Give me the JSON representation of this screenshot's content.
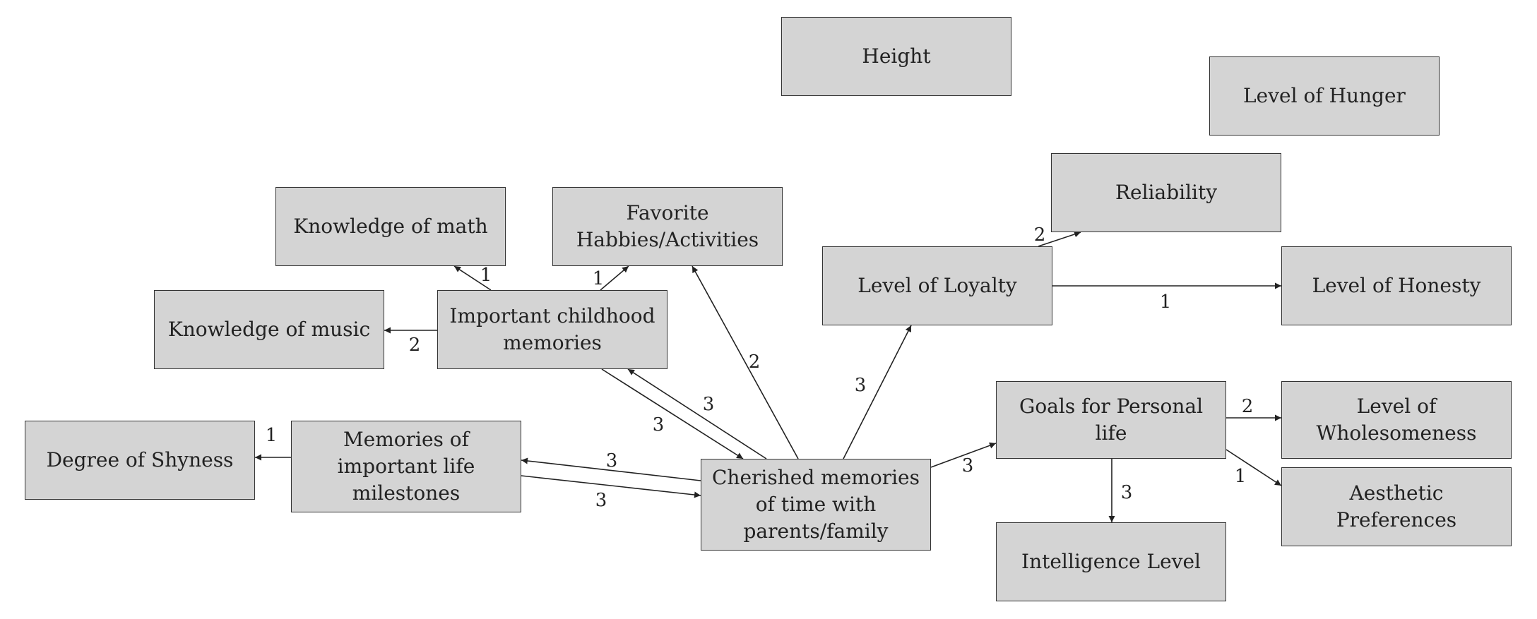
{
  "diagram": {
    "nodes": [
      {
        "id": "height",
        "label": "Height"
      },
      {
        "id": "hunger",
        "label": "Level of Hunger"
      },
      {
        "id": "reliability",
        "label": "Reliability"
      },
      {
        "id": "math",
        "label": "Knowledge of math"
      },
      {
        "id": "hobbies",
        "label": "Favorite\nHabbies/Activities"
      },
      {
        "id": "loyalty",
        "label": "Level of Loyalty"
      },
      {
        "id": "honesty",
        "label": "Level of Honesty"
      },
      {
        "id": "music",
        "label": "Knowledge of music"
      },
      {
        "id": "childhood",
        "label": "Important childhood\nmemories"
      },
      {
        "id": "goals",
        "label": "Goals for Personal\nlife"
      },
      {
        "id": "wholesome",
        "label": "Level of\nWholesomeness"
      },
      {
        "id": "shyness",
        "label": "Degree of Shyness"
      },
      {
        "id": "milestones",
        "label": "Memories of\nimportant life\nmilestones"
      },
      {
        "id": "cherished",
        "label": "Cherished memories\nof time with\nparents/family"
      },
      {
        "id": "aesthetic",
        "label": "Aesthetic\nPreferences"
      },
      {
        "id": "intelligence",
        "label": "Intelligence Level"
      }
    ],
    "edges": [
      {
        "id": "childhood-math",
        "from": "childhood",
        "to": "math",
        "label": "1"
      },
      {
        "id": "childhood-hobbies",
        "from": "childhood",
        "to": "hobbies",
        "label": "1"
      },
      {
        "id": "childhood-music",
        "from": "childhood",
        "to": "music",
        "label": "2"
      },
      {
        "id": "cherished-hobbies",
        "from": "cherished",
        "to": "hobbies",
        "label": "2"
      },
      {
        "id": "cherished-childhood",
        "from": "cherished",
        "to": "childhood",
        "label": "3"
      },
      {
        "id": "childhood-cherished",
        "from": "childhood",
        "to": "cherished",
        "label": "3"
      },
      {
        "id": "cherished-milestones",
        "from": "cherished",
        "to": "milestones",
        "label": "3"
      },
      {
        "id": "milestones-cherished",
        "from": "milestones",
        "to": "cherished",
        "label": "3"
      },
      {
        "id": "milestones-shyness",
        "from": "milestones",
        "to": "shyness",
        "label": "1"
      },
      {
        "id": "cherished-loyalty",
        "from": "cherished",
        "to": "loyalty",
        "label": "3"
      },
      {
        "id": "cherished-goals",
        "from": "cherished",
        "to": "goals",
        "label": "3"
      },
      {
        "id": "loyalty-reliability",
        "from": "loyalty",
        "to": "reliability",
        "label": "2"
      },
      {
        "id": "loyalty-honesty",
        "from": "loyalty",
        "to": "honesty",
        "label": "1"
      },
      {
        "id": "goals-wholesome",
        "from": "goals",
        "to": "wholesome",
        "label": "2"
      },
      {
        "id": "goals-aesthetic",
        "from": "goals",
        "to": "aesthetic",
        "label": "1"
      },
      {
        "id": "goals-intelligence",
        "from": "goals",
        "to": "intelligence",
        "label": "3"
      }
    ]
  },
  "colors": {
    "node_fill": "#d4d4d4",
    "node_border": "#333333",
    "edge": "#222222",
    "text": "#222222"
  }
}
